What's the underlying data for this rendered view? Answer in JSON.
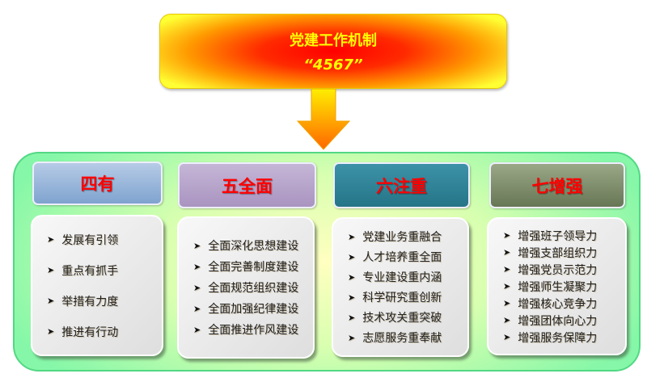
{
  "title": {
    "line1": "党建工作机制",
    "line2": "“4567”"
  },
  "columns": [
    {
      "header": "四有",
      "color": "#93b3d8",
      "items": [
        "发展有引领",
        "重点有抓手",
        "举措有力度",
        "推进有行动"
      ]
    },
    {
      "header": "五全面",
      "color": "#b3a0c8",
      "items": [
        "全面深化思想建设",
        "全面完善制度建设",
        "全面规范组织建设",
        "全面加强纪律建设",
        "全面推进作风建设"
      ]
    },
    {
      "header": "六注重",
      "color": "#2e8196",
      "items": [
        "党建业务重融合",
        "人才培养重全面",
        "专业建设重内涵",
        "科学研究重创新",
        "技术攻关重突破",
        "志愿服务重奉献"
      ]
    },
    {
      "header": "七增强",
      "color": "#7d8c6a",
      "items": [
        "增强班子领导力",
        "增强支部组织力",
        "增强党员示范力",
        "增强师生凝聚力",
        "增强核心竞争力",
        "增强团体向心力",
        "增强服务保障力"
      ]
    }
  ],
  "bullet": "➤"
}
